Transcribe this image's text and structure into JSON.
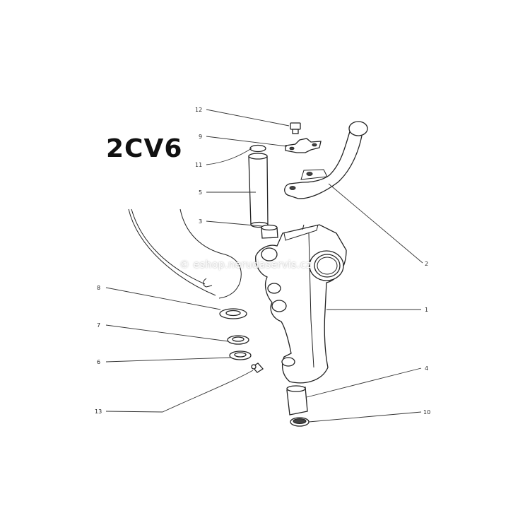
{
  "title": "2CV6",
  "watermark": "© eshop.nerudaservis.cz",
  "callouts": [
    {
      "id": "callout-1",
      "label": "1"
    },
    {
      "id": "callout-2",
      "label": "2"
    },
    {
      "id": "callout-3",
      "label": "3"
    },
    {
      "id": "callout-4",
      "label": "4"
    },
    {
      "id": "callout-5",
      "label": "5"
    },
    {
      "id": "callout-6",
      "label": "6"
    },
    {
      "id": "callout-7",
      "label": "7"
    },
    {
      "id": "callout-8",
      "label": "8"
    },
    {
      "id": "callout-9",
      "label": "9"
    },
    {
      "id": "callout-10",
      "label": "10"
    },
    {
      "id": "callout-11",
      "label": "11"
    },
    {
      "id": "callout-12",
      "label": "12"
    },
    {
      "id": "callout-13",
      "label": "13"
    }
  ],
  "colors": {
    "line": "#333333",
    "background": "#ffffff",
    "title": "#111111"
  }
}
